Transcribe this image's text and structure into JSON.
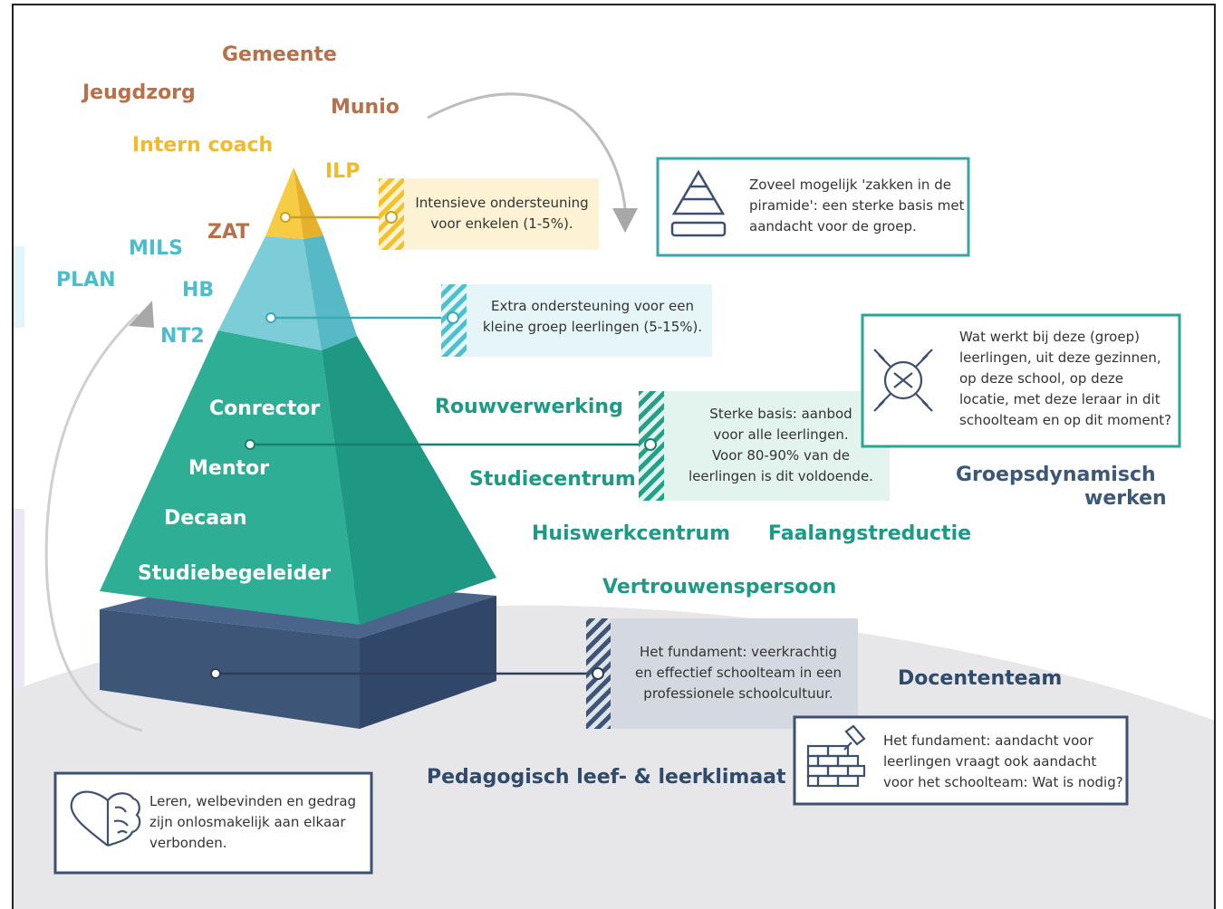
{
  "outer_labels": {
    "gemeente": "Gemeente",
    "jeugdzorg": "Jeugdzorg",
    "munio": "Munio",
    "intern_coach": "Intern coach",
    "ilp": "ILP",
    "zat": "ZAT",
    "mils": "MILS",
    "plan": "PLAN",
    "hb": "HB",
    "nt2": "NT2"
  },
  "pyramid_labels": {
    "conrector": "Conrector",
    "mentor": "Mentor",
    "decaan": "Decaan",
    "studiebegeleider": "Studiebegeleider"
  },
  "support_labels": {
    "rouwverwerking": "Rouwverwerking",
    "studiecentrum": "Studiecentrum",
    "huiswerkcentrum": "Huiswerkcentrum",
    "faalangstreductie": "Faalangstreductie",
    "vertrouwenspersoon": "Vertrouwenspersoon",
    "groepsdynamisch_1": "Groepsdynamisch",
    "groepsdynamisch_2": "werken",
    "docententeam": "Docententeam",
    "pedagogisch": "Pedagogisch leef- & leerklimaat"
  },
  "boxes": {
    "top": "Intensieve ondersteuning\nvoor enkelen (1-5%).",
    "middle": "Extra ondersteuning voor een\nkleine groep leerlingen (5-15%).",
    "base": "Sterke basis: aanbod\nvoor alle leerlingen.\nVoor 80-90% van de\nleerlingen is dit voldoende.",
    "fundament": "Het fundament: veerkrachtig\nen effectief schoolteam in een\nprofessionele schoolcultuur.",
    "pyramid_note": "Zoveel mogelijk 'zakken in de\npiramide': een sterke basis met\naandacht voor de groep.",
    "group_note": "Wat werkt bij deze (groep)\nleerlingen, uit deze gezinnen,\nop deze school, op deze\nlocatie, met deze leraar in dit\nschoolteam en op dit moment?",
    "fundament_note": "Het fundament: aandacht voor\nleerlingen vraagt ook aandacht\nvoor het schoolteam: Wat is nodig?",
    "brain_note": "Leren, welbevinden en gedrag\nzijn onlosmakelijk aan elkaar\nverbonden."
  },
  "icons": {
    "pyramid_note": "pyramid-icon",
    "group_note": "hands-together-icon",
    "fundament_note": "brick-wall-trowel-icon",
    "brain_note": "heart-brain-icon"
  },
  "colors": {
    "yellow": "#f2c12e",
    "cyan": "#6fcad6",
    "teal": "#2eae95",
    "navy": "#3d5576",
    "outline_teal": "#3aa6a9",
    "outline_navy": "#3c5070"
  }
}
